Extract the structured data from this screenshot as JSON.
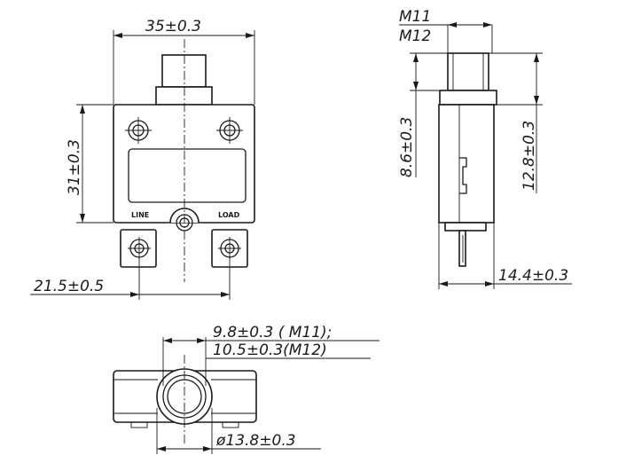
{
  "front_view": {
    "width_dim": "35±0.3",
    "height_dim": "31±0.3",
    "terminal_dim": "21.5±0.5",
    "line_label": "LINE",
    "load_label": "LOAD"
  },
  "side_view": {
    "thread_m11": "M11",
    "thread_m12": "M12",
    "height_small_dim": "8.6±0.3",
    "height_large_dim": "12.8±0.3",
    "depth_dim": "14.4±0.3"
  },
  "top_view": {
    "button_dim_line1": "9.8±0.3 ( M11);",
    "button_dim_line2": "10.5±0.3(M12)",
    "diameter_dim": "ø13.8±0.3"
  }
}
